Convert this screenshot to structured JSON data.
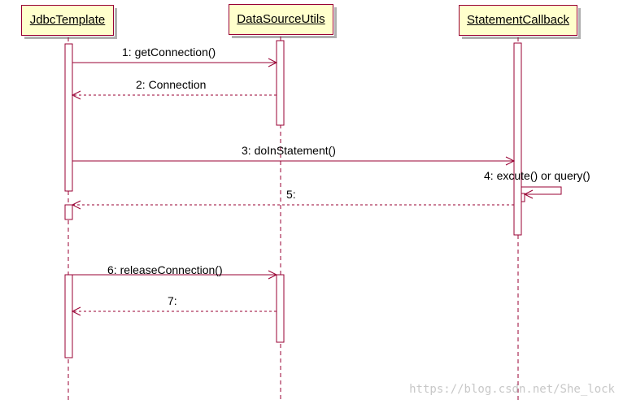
{
  "participants": [
    "JdbcTemplate",
    "DataSourceUtils",
    "StatementCallback"
  ],
  "messages": [
    "1: getConnection()",
    "2: Connection",
    "3: doInStatement()",
    "4: excute() or query()",
    "5:",
    "6: releaseConnection()",
    "7:"
  ],
  "watermark": "https://blog.csdn.net/She_lock",
  "colors": {
    "line": "#990033",
    "box_fill": "#ffffcc",
    "activation_fill": "#ffffff"
  }
}
